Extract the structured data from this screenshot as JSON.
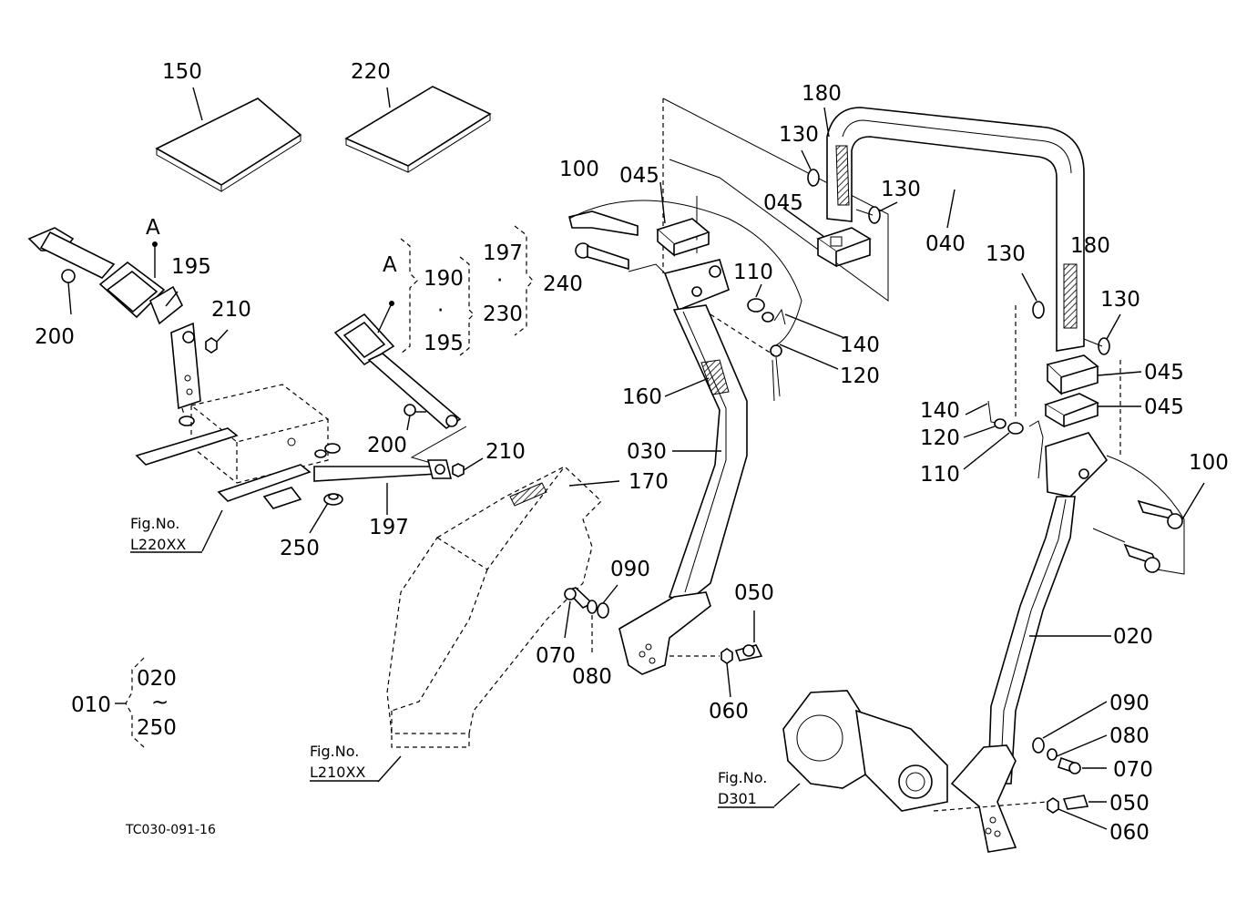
{
  "labels": {
    "p150": "150",
    "p220": "220",
    "p100_left": "100",
    "p045_top_left": "045",
    "p180_top": "180",
    "p130_top_left": "130",
    "p045_top_mid": "045",
    "p130_top_right": "130",
    "p040": "040",
    "p130_right": "130",
    "p180_right": "180",
    "p130_right_lower": "130",
    "p045_right_a": "045",
    "p045_right_b": "045",
    "a_left": "A",
    "p195_left": "195",
    "p210_left": "210",
    "p200_left": "200",
    "a_mid": "A",
    "p190": "190",
    "dot1": "·",
    "p195_mid": "195",
    "p197_top": "197",
    "dot2": "·",
    "p230": "230",
    "p240": "240",
    "p110_mid": "110",
    "p140_mid": "140",
    "p120_mid": "120",
    "p160": "160",
    "p200_mid": "200",
    "p210_mid": "210",
    "p030": "030",
    "p170": "170",
    "p197_bottom": "197",
    "p250_mid": "250",
    "fig_l220_title": "Fig.No.",
    "fig_l220_code": "L220XX",
    "p090_mid": "090",
    "p050_mid": "050",
    "p070_mid": "070",
    "p080_mid": "080",
    "p060_mid": "060",
    "p140_right": "140",
    "p120_right": "120",
    "p110_right": "110",
    "p100_right": "100",
    "p020_right": "020",
    "p090_right": "090",
    "p080_right": "080",
    "p070_right": "070",
    "p050_right": "050",
    "p060_right": "060",
    "fig_l210_title": "Fig.No.",
    "fig_l210_code": "L210XX",
    "fig_d301_title": "Fig.No.",
    "fig_d301_code": "D301",
    "range_010": "010",
    "range_020": "020",
    "range_tilde": "~",
    "range_250": "250",
    "drawing_code": "TC030-091-16"
  }
}
